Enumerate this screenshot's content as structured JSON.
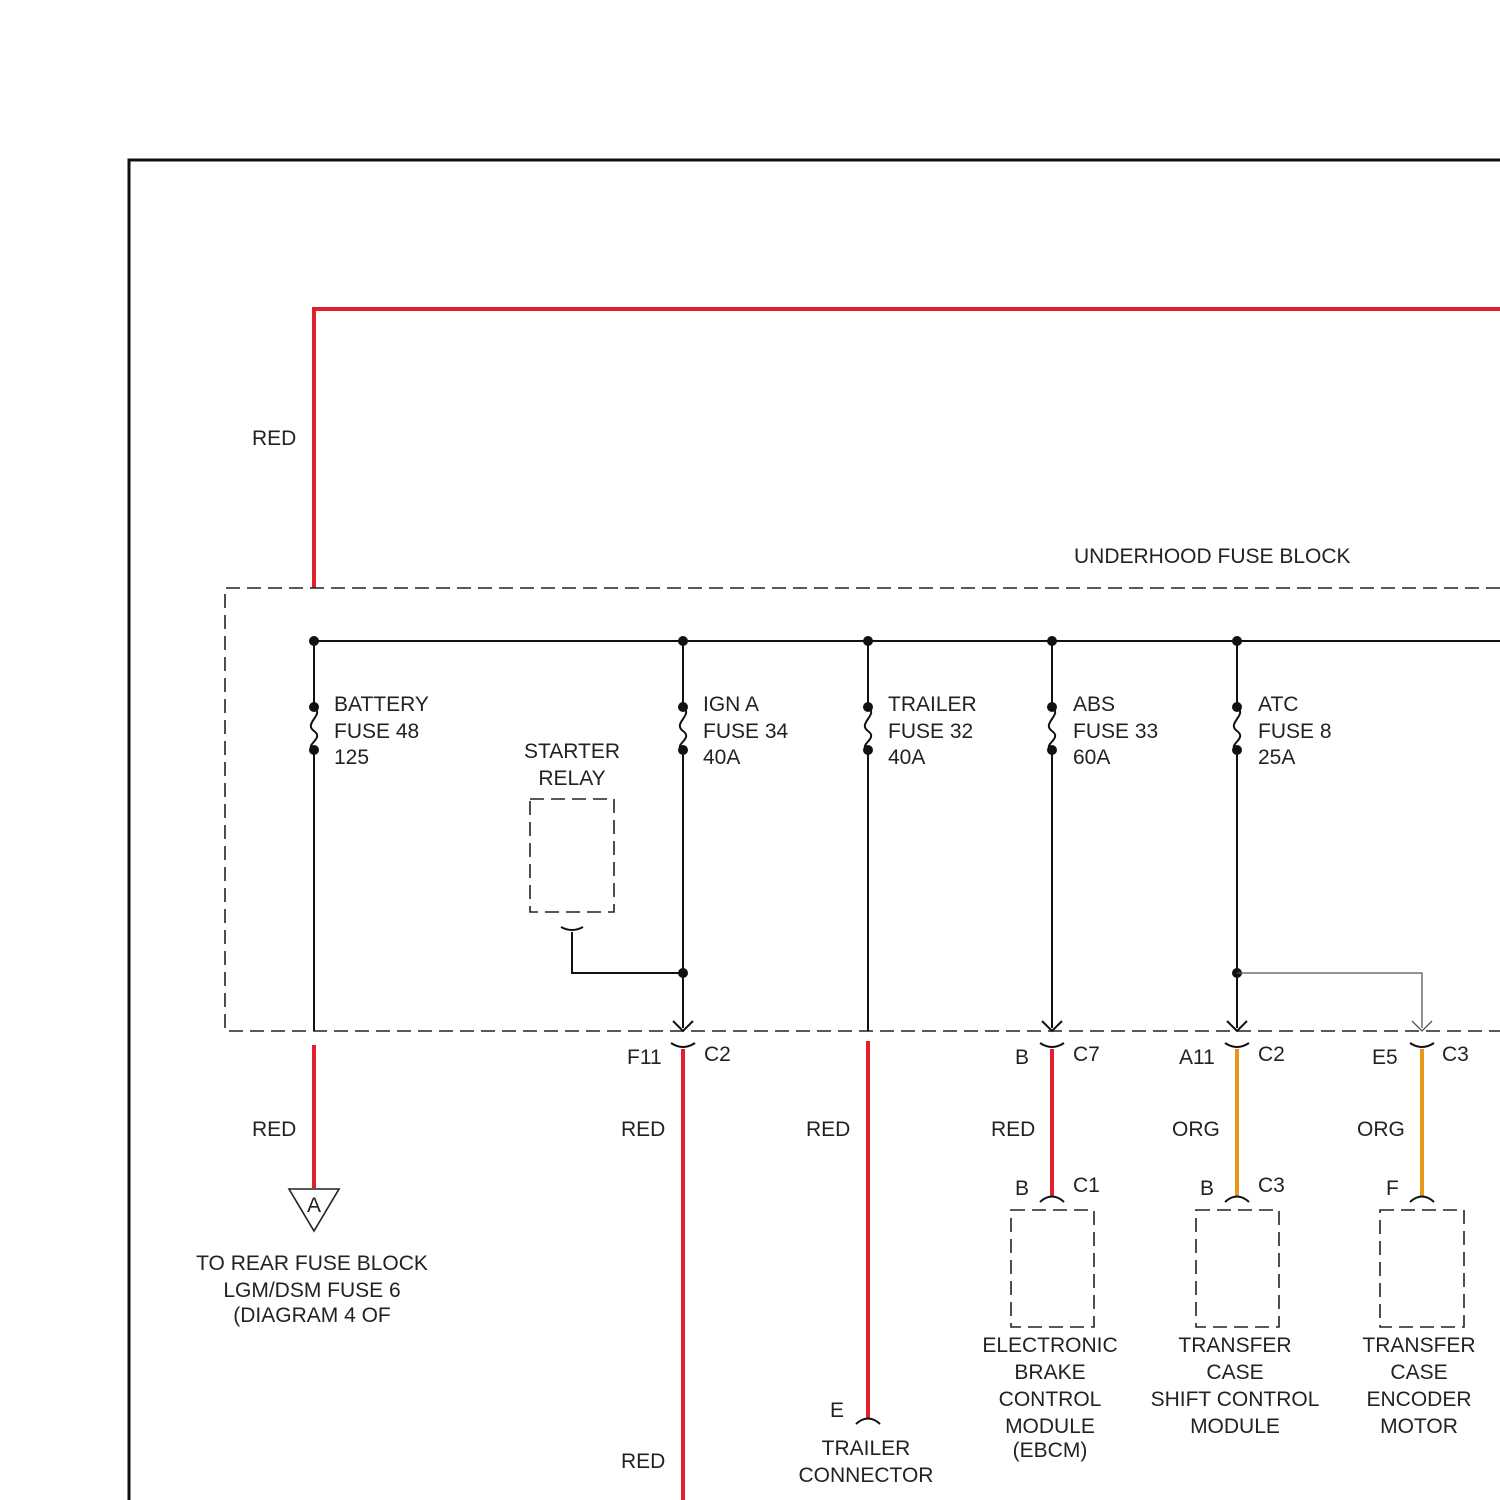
{
  "colors": {
    "red_wire": "#e3202a",
    "orange_wire": "#e8961e",
    "black_wire": "#111111"
  },
  "block": {
    "title": "UNDERHOOD FUSE BLOCK"
  },
  "wire_labels": {
    "top_red": "RED",
    "battery_red": "RED",
    "ign_red": "RED",
    "ign_red_low": "RED",
    "trailer_red": "RED",
    "abs_red": "RED",
    "atc_org_1": "ORG",
    "atc_org_2": "ORG"
  },
  "fuses": [
    {
      "line1": "BATTERY",
      "line2": "FUSE 48",
      "line3": "125"
    },
    {
      "line1": "IGN A",
      "line2": "FUSE 34",
      "line3": "40A"
    },
    {
      "line1": "TRAILER",
      "line2": "FUSE 32",
      "line3": "40A"
    },
    {
      "line1": "ABS",
      "line2": "FUSE 33",
      "line3": "60A"
    },
    {
      "line1": "ATC",
      "line2": "FUSE 8",
      "line3": "25A"
    }
  ],
  "starter_relay": {
    "line1": "STARTER",
    "line2": "RELAY"
  },
  "connectors": {
    "ign": {
      "pin": "F11",
      "name": "C2"
    },
    "abs": {
      "pin": "B",
      "name": "C7"
    },
    "atc1": {
      "pin": "A11",
      "name": "C2"
    },
    "atc2": {
      "pin": "E5",
      "name": "C3"
    },
    "ebcm": {
      "pin": "B",
      "name": "C1"
    },
    "shift": {
      "pin": "B",
      "name": "C3"
    },
    "encoder": {
      "pin": "F"
    },
    "trailer": {
      "pin": "E"
    }
  },
  "offpage": {
    "marker": "A",
    "line1": "TO REAR FUSE BLOCK",
    "line2": "LGM/DSM FUSE 6",
    "line3": "(DIAGRAM 4 OF"
  },
  "components": {
    "ebcm": [
      "ELECTRONIC",
      "BRAKE",
      "CONTROL",
      "MODULE",
      "(EBCM)"
    ],
    "shift": [
      "TRANSFER",
      "CASE",
      "SHIFT CONTROL",
      "MODULE"
    ],
    "encoder": [
      "TRANSFER",
      "CASE",
      "ENCODER",
      "MOTOR"
    ],
    "trailer": [
      "TRAILER",
      "CONNECTOR"
    ]
  }
}
